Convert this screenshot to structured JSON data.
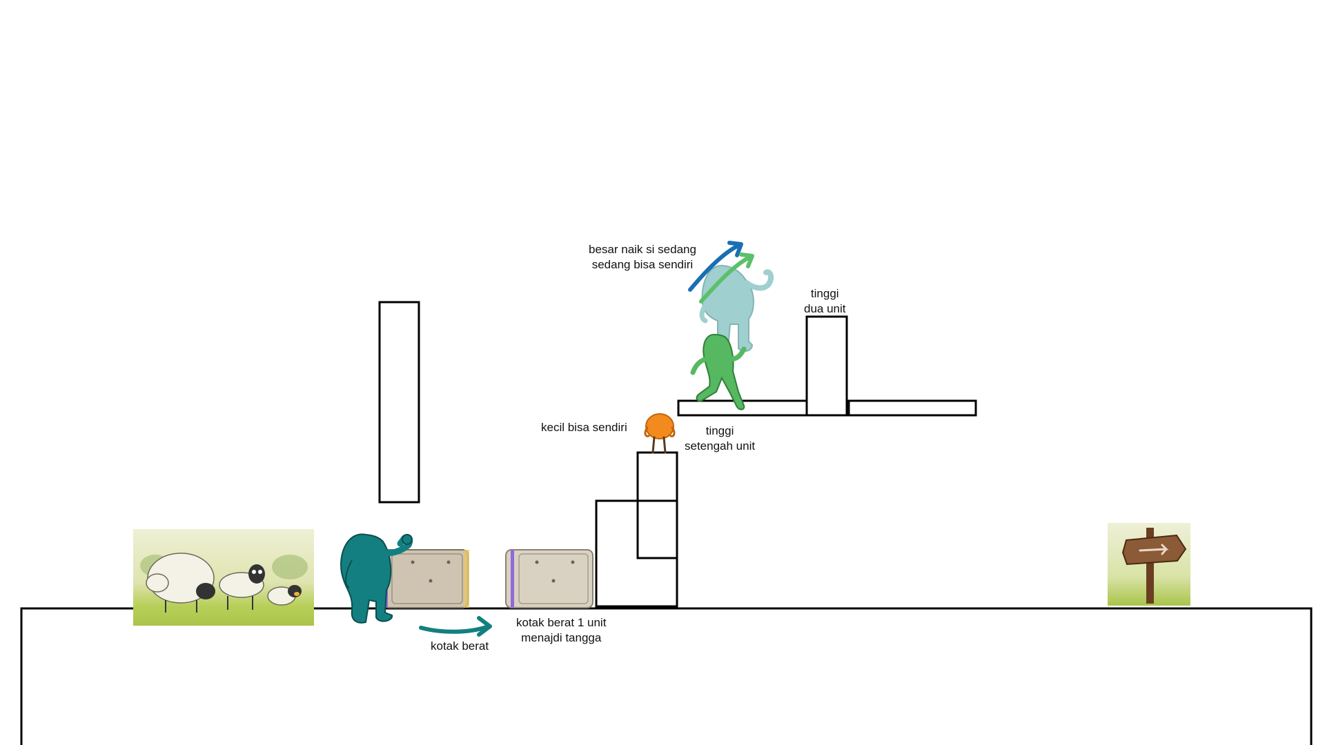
{
  "labels": {
    "big_climb": [
      "besar naik si sedang",
      "sedang bisa sendiri"
    ],
    "two_units": [
      "tinggi",
      "dua unit"
    ],
    "small_alone": "kecil bisa sendiri",
    "half_unit": [
      "tinggi",
      "setengah unit"
    ],
    "heavy_box_stairs": [
      "kotak berat 1 unit",
      "menajdi tangga"
    ],
    "heavy_box": "kotak berat"
  },
  "colors": {
    "background": "#ffffff",
    "outline": "#000000",
    "big_character": "#137f80",
    "medium_character": "#56b860",
    "small_character": "#f28a1e",
    "ghost_character": "#7fbfc0",
    "arrow_blue": "#1a6fb3",
    "arrow_green": "#5cc06a",
    "arrow_teal": "#137f80",
    "box_fill": "#cfc4b2",
    "grass": "#c7d77a"
  },
  "icons": [
    "sheep-image",
    "signpost-arrow-icon",
    "push-arrow-icon",
    "climb-arrow-icon"
  ]
}
